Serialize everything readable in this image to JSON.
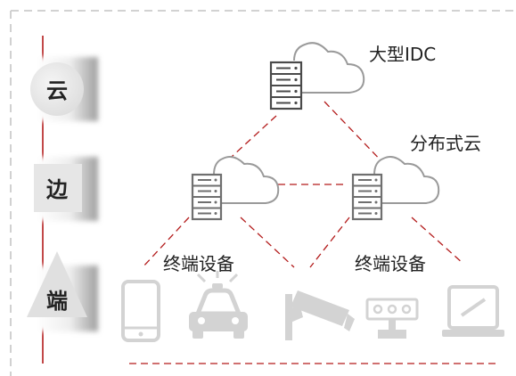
{
  "tiers": [
    {
      "key": "cloud",
      "label": "云"
    },
    {
      "key": "edge",
      "label": "边"
    },
    {
      "key": "end",
      "label": "端"
    }
  ],
  "nodes": {
    "cloud_dc": {
      "label": "大型IDC"
    },
    "edge_cloud": {
      "label": "分布式云"
    }
  },
  "device_groups": [
    {
      "label": "终端设备"
    },
    {
      "label": "终端设备"
    }
  ],
  "devices": [
    {
      "name": "smartphone-icon"
    },
    {
      "name": "police-car-icon"
    },
    {
      "name": "surveillance-camera-icon"
    },
    {
      "name": "face-recognition-terminal-icon"
    },
    {
      "name": "laptop-icon"
    }
  ],
  "colors": {
    "accent_red": "#b31b1b",
    "server_dark": "#4a4a4a",
    "server_mid": "#6f6f6f",
    "cloud_outline": "#9a9a9a",
    "device_gray": "#d3d3d3",
    "frame_gray": "#cccccc"
  }
}
